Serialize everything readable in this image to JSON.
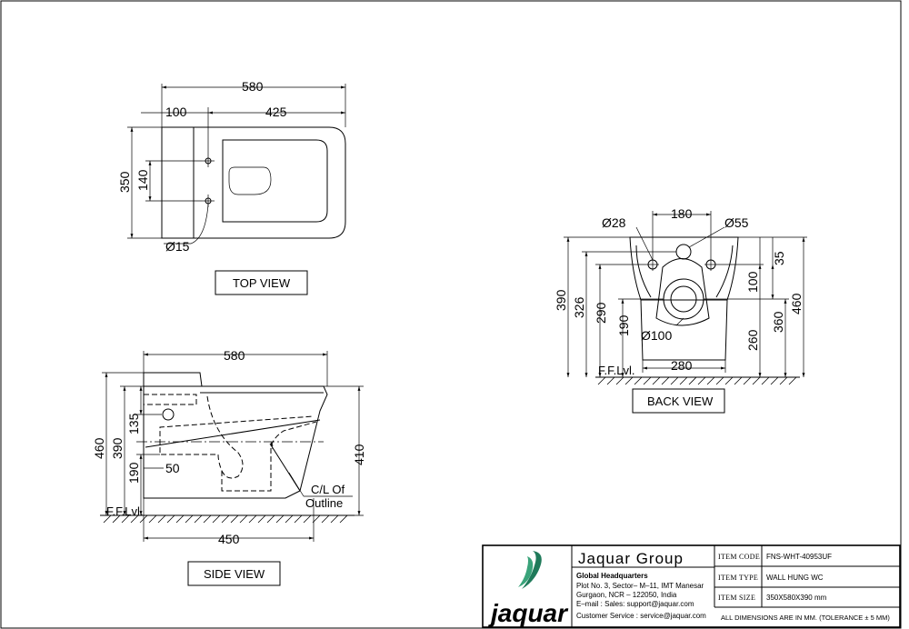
{
  "top_view": {
    "title": "TOP VIEW",
    "dims": {
      "overall_length": "580",
      "offset": "100",
      "rear_length": "425",
      "width": "350",
      "hole_spacing": "140",
      "hole_dia": "Ø15"
    }
  },
  "side_view": {
    "title": "SIDE VIEW",
    "dims": {
      "length": "580",
      "base_length": "450",
      "overall_height": "460",
      "seat_height": "390",
      "inlet_offset": "135",
      "outlet_height": "190",
      "outlet_offset": "50",
      "front_height": "410"
    },
    "floor_label": "F.F.Lvl.",
    "centerline_label": "C/L Of",
    "centerline_label2": "Outline"
  },
  "back_view": {
    "title": "BACK VIEW",
    "dims": {
      "bolt_spacing": "180",
      "bolt_dia": "Ø28",
      "inlet_dia": "Ø55",
      "outlet_dia": "Ø100",
      "height_390": "390",
      "height_326": "326",
      "height_290": "290",
      "height_190": "190",
      "base_width": "280",
      "height_460": "460",
      "height_360": "360",
      "height_260": "260",
      "drop_100": "100",
      "drop_35": "35"
    },
    "floor_label": "F.F.Lvl."
  },
  "title_block": {
    "company": "Jaquar Group",
    "logo_text": "jaquar",
    "hq_title": "Global Headquarters",
    "address_1": "Plot No. 3, Sector– M–11, IMT Manesar",
    "address_2": "Gurgaon, NCR – 122050, India",
    "email_sales": "E–mail : Sales: support@jaquar.com",
    "email_service": "Customer Service : service@jaquar.com",
    "rows": [
      {
        "label": "ITEM CODE",
        "value": "FNS-WHT-40953UF"
      },
      {
        "label": "ITEM TYPE",
        "value": "WALL HUNG WC"
      },
      {
        "label": "ITEM SIZE",
        "value": "350X580X390 mm"
      }
    ],
    "note": "ALL DIMENSIONS ARE IN MM. (TOLERANCE ± 5 MM)",
    "brand_color": "#1f7a5a"
  }
}
